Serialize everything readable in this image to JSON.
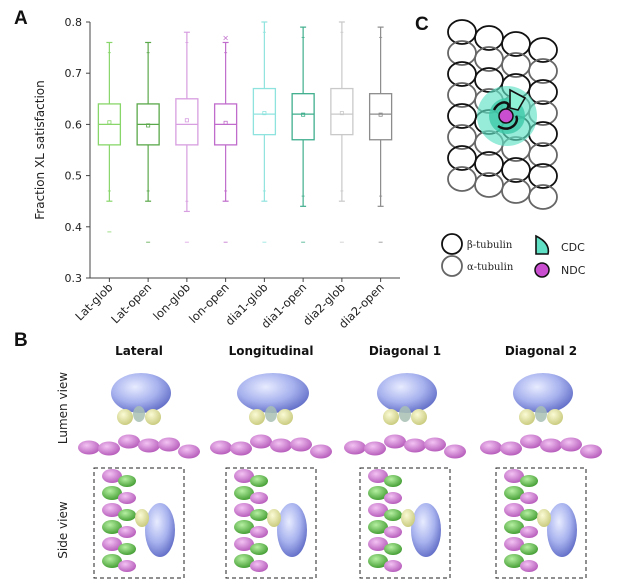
{
  "panels": {
    "a": "A",
    "b": "B",
    "c": "C"
  },
  "chart_data": {
    "type": "box",
    "ylabel": "Fraction XL satisfaction",
    "ylim": [
      0.3,
      0.8
    ],
    "yticks": [
      "0.3",
      "0.4",
      "0.5",
      "0.6",
      "0.7",
      "0.8"
    ],
    "categories": [
      "Lat-glob",
      "Lat-open",
      "lon-glob",
      "lon-open",
      "dia1-glob",
      "dia1-open",
      "dia2-glob",
      "dia2-open"
    ],
    "boxes": [
      {
        "whisker_low": 0.45,
        "q1": 0.56,
        "median": 0.6,
        "q3": 0.64,
        "whisker_high": 0.76,
        "mean": 0.604,
        "outliers": [
          0.39
        ],
        "color": "#88d66a"
      },
      {
        "whisker_low": 0.45,
        "q1": 0.56,
        "median": 0.6,
        "q3": 0.64,
        "whisker_high": 0.76,
        "mean": 0.598,
        "outliers": [
          0.37
        ],
        "color": "#5aa84a"
      },
      {
        "whisker_low": 0.43,
        "q1": 0.56,
        "median": 0.6,
        "q3": 0.65,
        "whisker_high": 0.78,
        "mean": 0.608,
        "outliers": [
          0.37
        ],
        "color": "#d79ee0"
      },
      {
        "whisker_low": 0.45,
        "q1": 0.56,
        "median": 0.6,
        "q3": 0.64,
        "whisker_high": 0.76,
        "mean": 0.603,
        "outliers": [
          0.37,
          0.77
        ],
        "color": "#c06ccc"
      },
      {
        "whisker_low": 0.45,
        "q1": 0.58,
        "median": 0.62,
        "q3": 0.67,
        "whisker_high": 0.8,
        "mean": 0.622,
        "outliers": [
          0.37
        ],
        "color": "#8fe3de"
      },
      {
        "whisker_low": 0.44,
        "q1": 0.57,
        "median": 0.62,
        "q3": 0.66,
        "whisker_high": 0.79,
        "mean": 0.619,
        "outliers": [
          0.37
        ],
        "color": "#3fae8c"
      },
      {
        "whisker_low": 0.45,
        "q1": 0.58,
        "median": 0.62,
        "q3": 0.67,
        "whisker_high": 0.8,
        "mean": 0.622,
        "outliers": [
          0.37
        ],
        "color": "#c9c9c9"
      },
      {
        "whisker_low": 0.44,
        "q1": 0.57,
        "median": 0.62,
        "q3": 0.66,
        "whisker_high": 0.79,
        "mean": 0.619,
        "outliers": [
          0.37
        ],
        "color": "#8c8c8c"
      }
    ]
  },
  "panel_b": {
    "columns": [
      "Lateral",
      "Longitudinal",
      "Diagonal 1",
      "Diagonal 2"
    ],
    "row_labels": [
      "Lumen view",
      "Side view"
    ]
  },
  "panel_c": {
    "legend": {
      "beta": "β-tubulin",
      "alpha": "α-tubulin",
      "cdc": "CDC",
      "ndc": "NDC"
    },
    "colors": {
      "cdc": "#5fe0c4",
      "ndc": "#c94fd0",
      "beta": "#111111",
      "alpha": "#666666"
    }
  }
}
